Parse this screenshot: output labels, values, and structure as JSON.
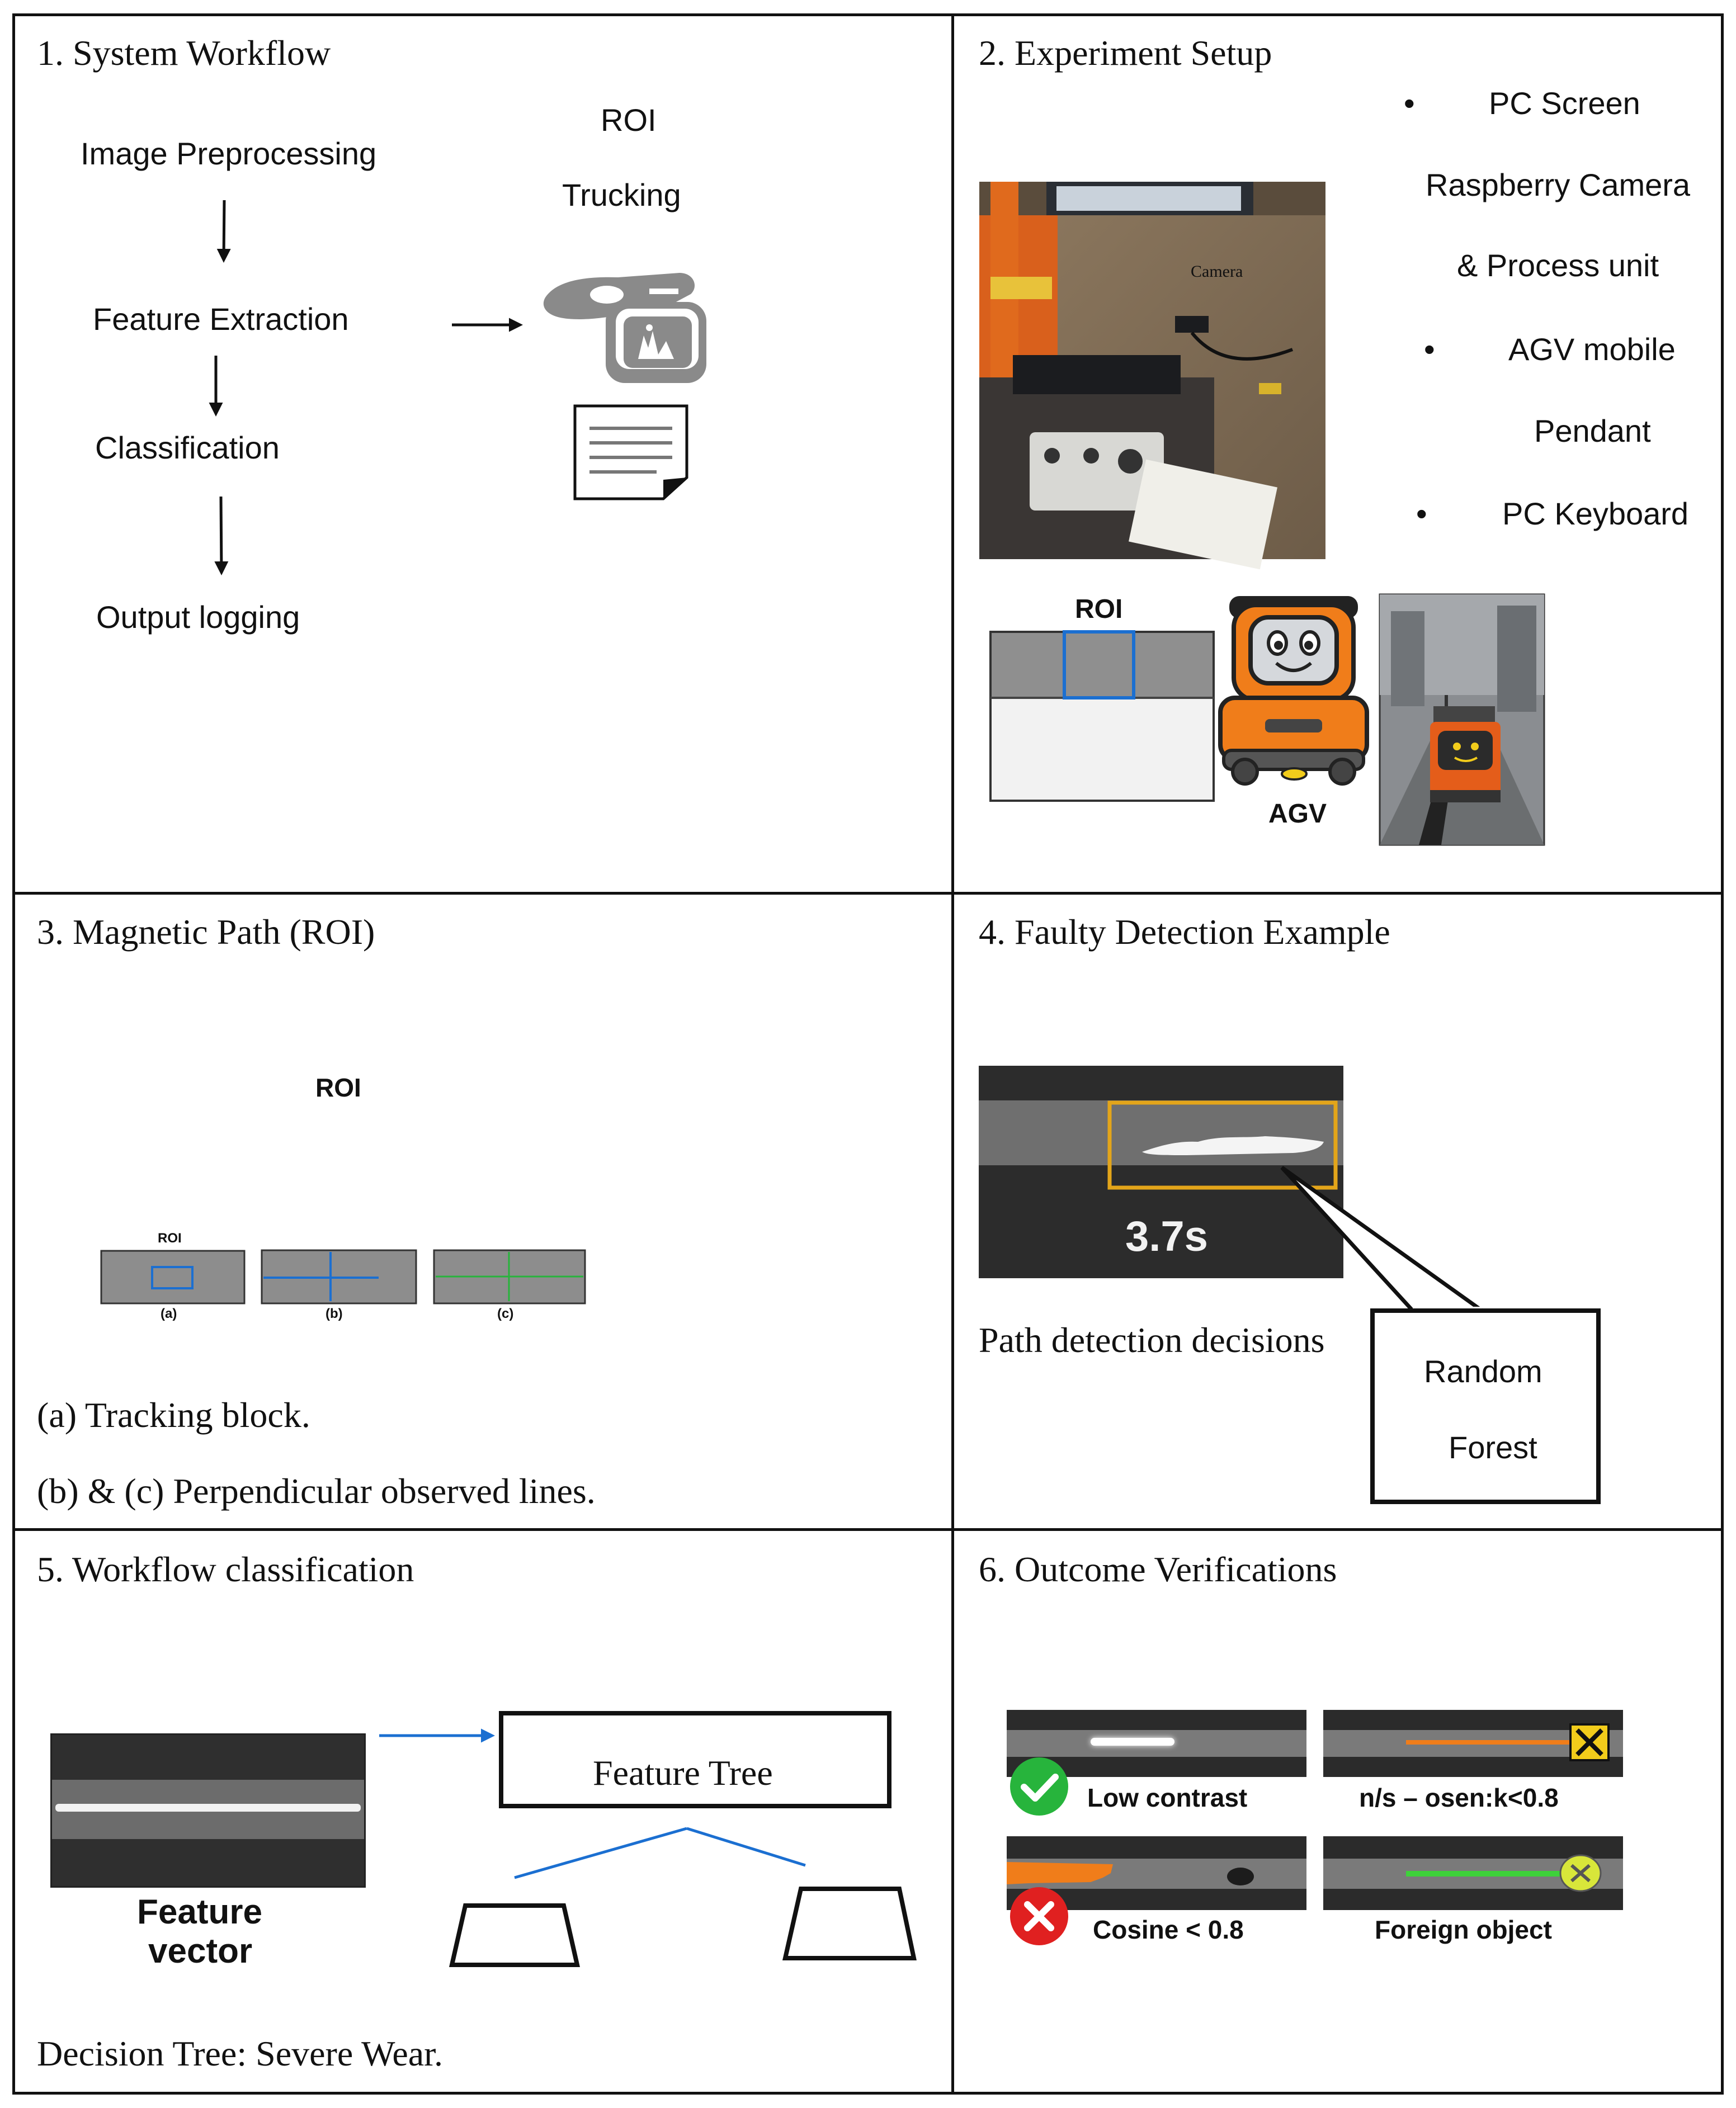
{
  "panels": {
    "p1": {
      "title": "1. System Workflow",
      "steps": [
        "Image Preprocessing",
        "Feature Extraction",
        "Classification",
        "Output logging"
      ],
      "roi_label": "ROI",
      "tracking_label": "Trucking"
    },
    "p2": {
      "title": "2. Experiment Setup",
      "photo_label": "Camera",
      "bullets": [
        "PC Screen",
        "Raspberry Camera",
        "& Process unit",
        "AGV mobile",
        "Pendant",
        "PC Keyboard"
      ],
      "roi_label": "ROI",
      "agv_label": "AGV"
    },
    "p3": {
      "title": "3. Magnetic Path (ROI)",
      "roi_label_big": "ROI",
      "roi_label_small": "ROI",
      "sub_a": "(a)",
      "sub_b": "(b)",
      "sub_c": "(c)",
      "caption_a": "(a) Tracking block.",
      "caption_bc": "(b) & (c) Perpendicular observed lines."
    },
    "p4": {
      "title": "4. Faulty Detection Example",
      "timer": "3.7s",
      "decision_text": "Path detection decisions",
      "callout_line1": "Random",
      "callout_line2": "Forest"
    },
    "p5": {
      "title": "5. Workflow classification",
      "feature_line1": "Feature",
      "feature_line2": "vector",
      "tree_label": "Feature Tree",
      "caption": "Decision Tree: Severe Wear."
    },
    "p6": {
      "title": "6. Outcome Verifications",
      "tiles": [
        "Low contrast",
        "n/s – osen:k<0.8",
        "Cosine < 0.8",
        "Foreign object"
      ]
    }
  },
  "colors": {
    "orange": "#f07d1a",
    "blue": "#1b6fd1",
    "green": "#27b43c",
    "red": "#e02020",
    "yellow": "#f2cc1b"
  }
}
